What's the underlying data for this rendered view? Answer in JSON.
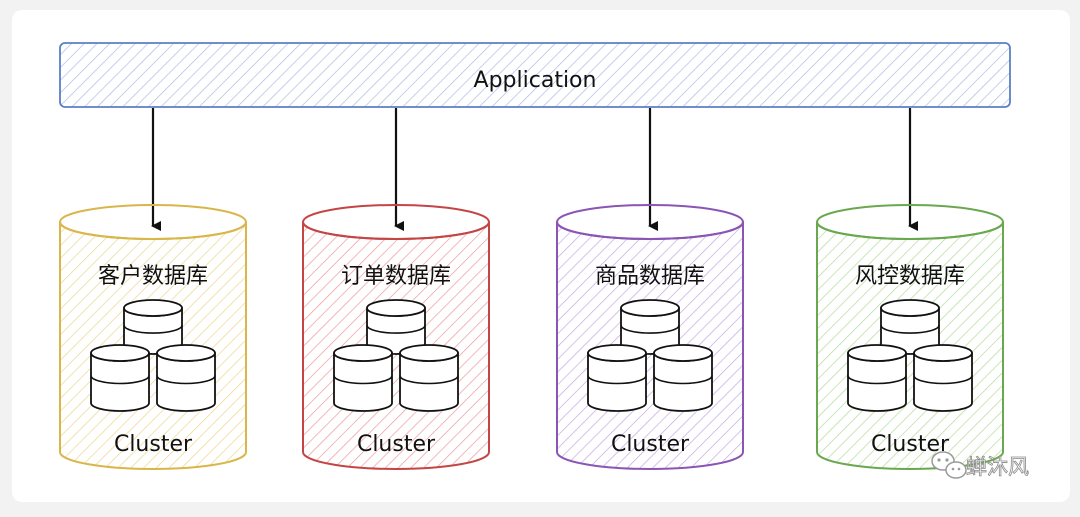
{
  "application": {
    "label": "Application",
    "color": "#5b7fc7",
    "hatch": "#a9bde6"
  },
  "databases": [
    {
      "label": "客户数据库",
      "cluster_label": "Cluster",
      "color": "#d9b64a",
      "hatch": "#ecd68f"
    },
    {
      "label": "订单数据库",
      "cluster_label": "Cluster",
      "color": "#c44545",
      "hatch": "#ec9a9a"
    },
    {
      "label": "商品数据库",
      "cluster_label": "Cluster",
      "color": "#8a55b5",
      "hatch": "#c8a6e3"
    },
    {
      "label": "风控数据库",
      "cluster_label": "Cluster",
      "color": "#6aa84f",
      "hatch": "#b3dc9a"
    }
  ],
  "watermark": {
    "text": "蝉沐风",
    "icon": "wechat-icon"
  }
}
